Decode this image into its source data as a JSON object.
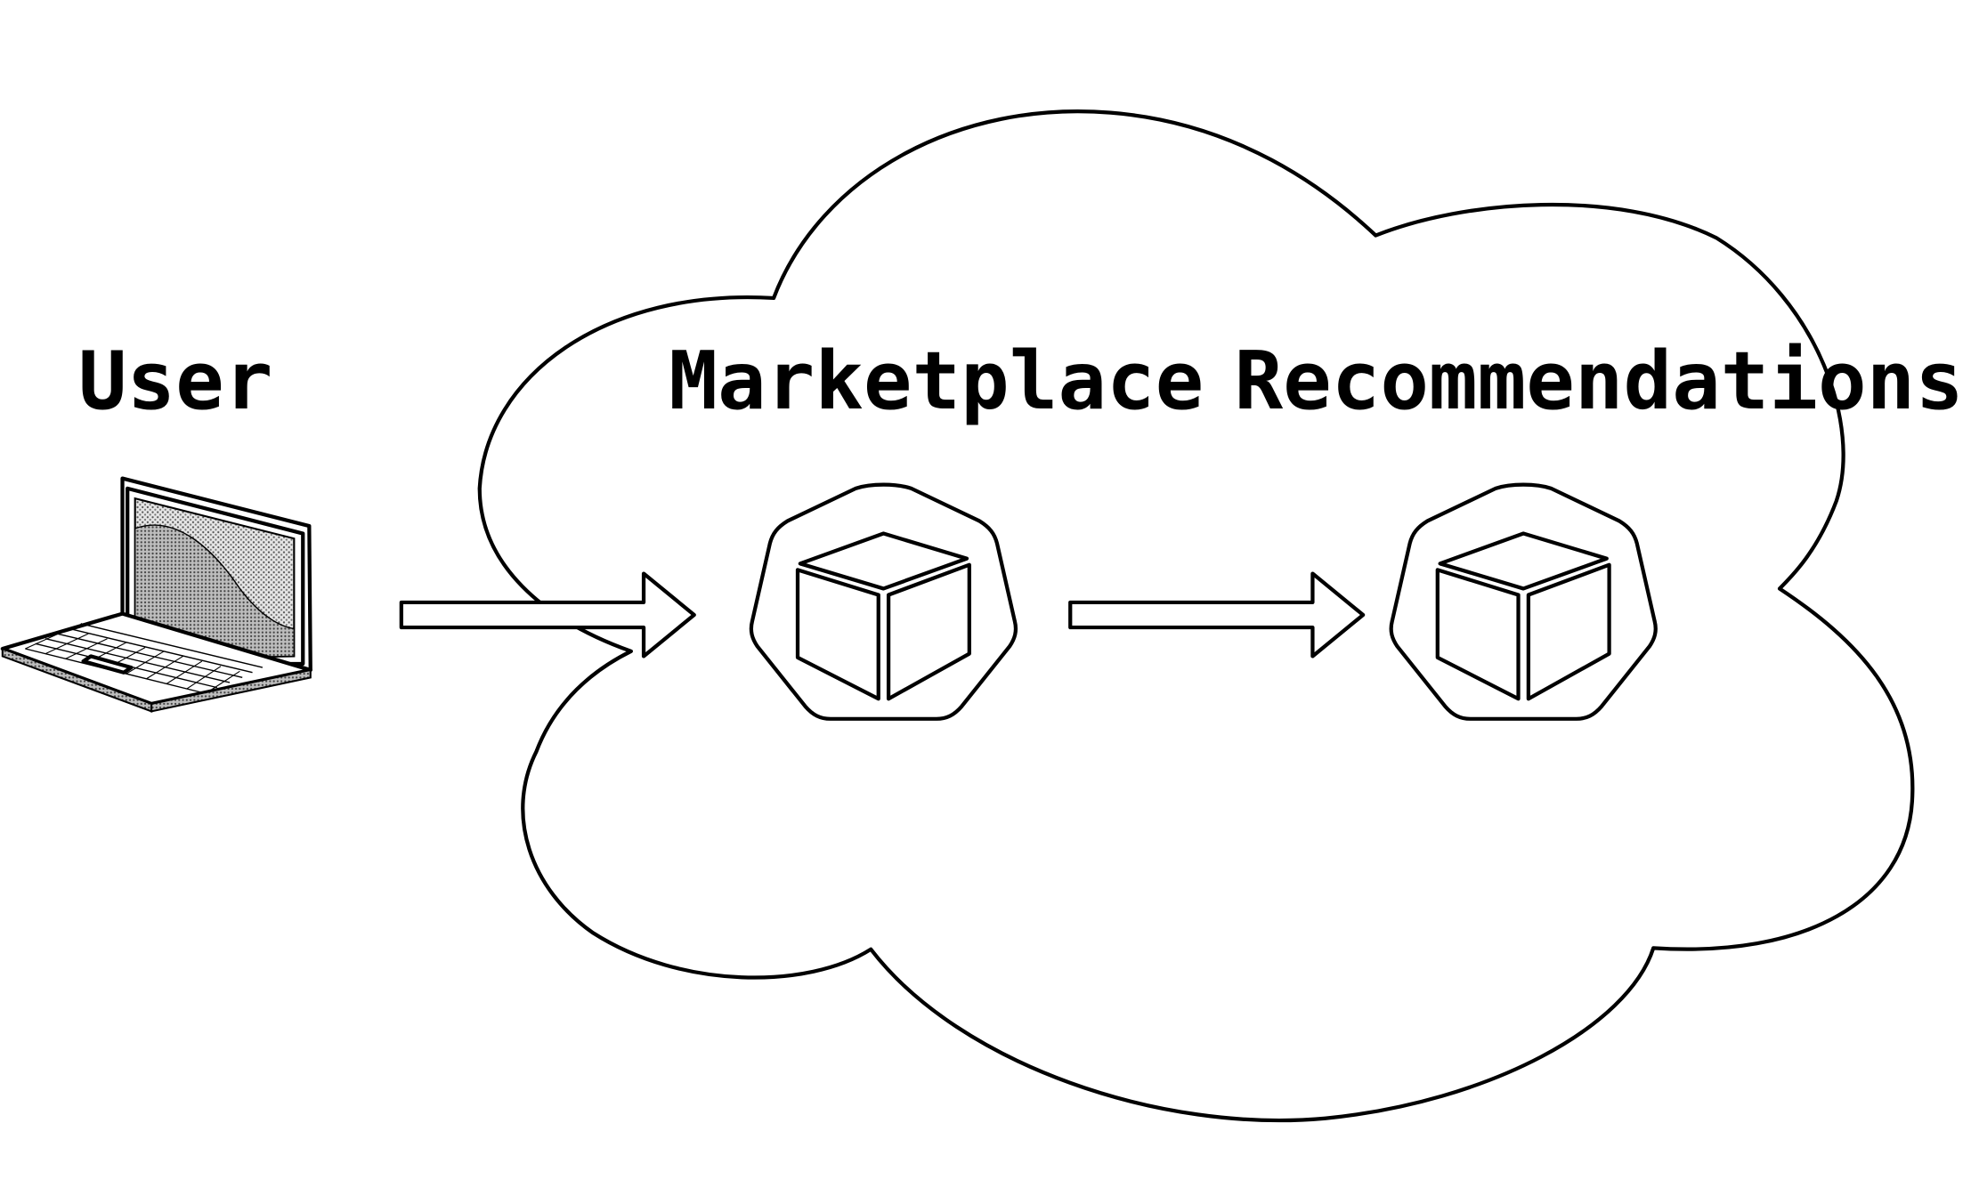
{
  "labels": {
    "user": "User",
    "marketplace": "Marketplace",
    "recommendations": "Recommendations"
  },
  "icons": {
    "user_device": "laptop-icon",
    "marketplace_node": "kubernetes-cube-icon",
    "recommendations_node": "kubernetes-cube-icon",
    "environment": "cloud-icon"
  },
  "connections": [
    {
      "from": "User",
      "to": "Marketplace"
    },
    {
      "from": "Marketplace",
      "to": "Recommendations"
    }
  ],
  "colors": {
    "stroke": "#000000",
    "background": "#ffffff",
    "screen_fill": "#c8c8c8"
  }
}
